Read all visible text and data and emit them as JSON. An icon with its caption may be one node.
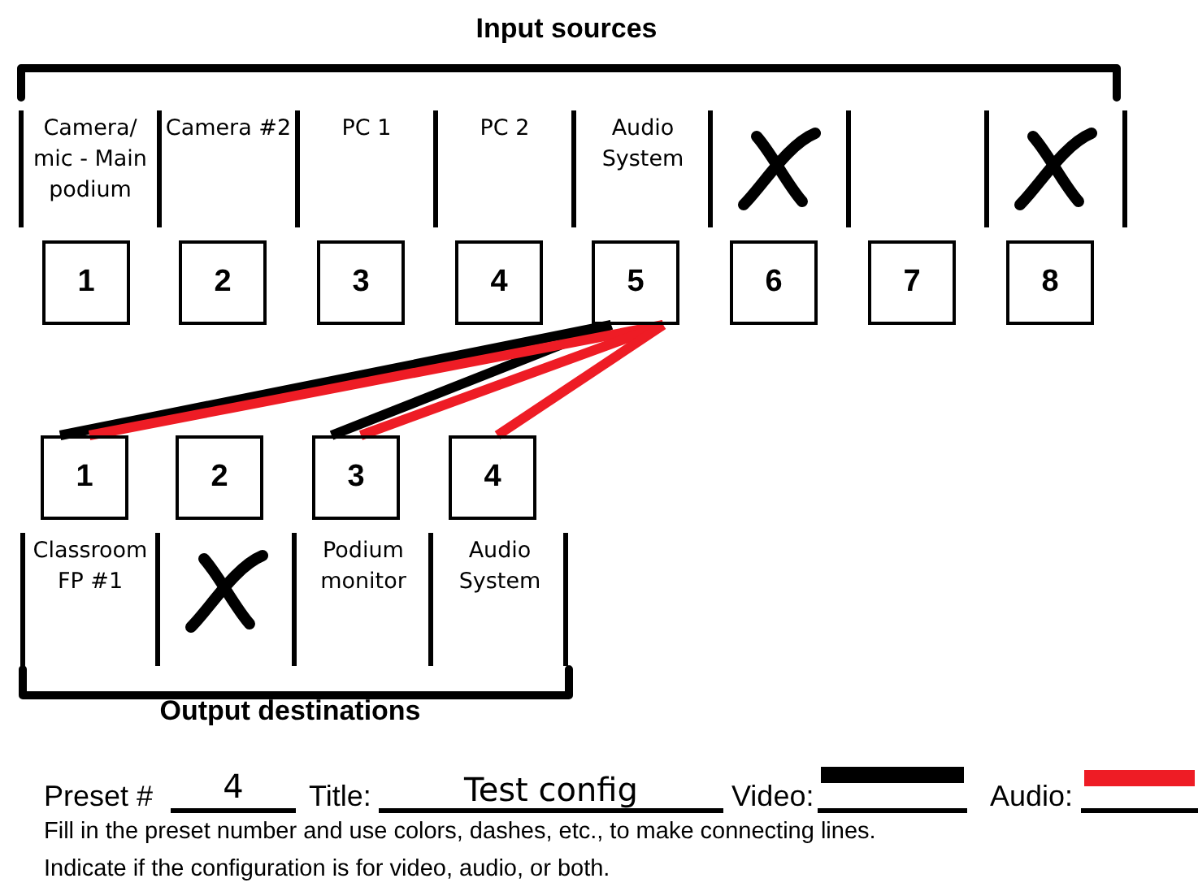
{
  "diagram": {
    "title": "Input sources",
    "nodes": [
      {
        "text": [
          "1"
        ],
        "beside": [
          "Camera/ mic - Main podium"
        ]
      },
      {
        "text": [
          "2"
        ]
      },
      {
        "text": [
          "3"
        ]
      },
      {
        "text": [
          "4"
        ]
      },
      {
        "text": [
          "5"
        ],
        "beside": [
          "Audio System"
        ]
      },
      {
        "text": [
          "6"
        ]
      },
      {
        "text": [
          "7"
        ]
      },
      {
        "text": [
          "8"
        ]
      },
      {
        "text": [
          "1"
        ],
        "beside": [
          "Classroom FP #1"
        ]
      },
      {
        "text": [
          "2"
        ]
      },
      {
        "text": [
          "3"
        ],
        "beside": [
          "Podium monitor"
        ]
      },
      {
        "text": [
          "4"
        ],
        "beside": [
          "Audio System"
        ]
      }
    ],
    "edges": [
      {
        "from": 4,
        "to": 8,
        "arrow": "none",
        "color": "#000000"
      },
      {
        "from": 4,
        "to": 10,
        "arrow": "none",
        "color": "#000000"
      },
      {
        "from": 4,
        "to": 8,
        "arrow": "none",
        "color": "#ee1c25"
      },
      {
        "from": 4,
        "to": 10,
        "arrow": "none",
        "color": "#ee1c25"
      },
      {
        "from": 4,
        "to": 11,
        "arrow": "none",
        "color": "#ee1c25"
      }
    ],
    "labels": [
      "Camera #2",
      "PC 1",
      "PC 2",
      "Output destinations",
      "Preset #",
      "4",
      "Title:",
      "Test config",
      "Fill in the preset number and use colors, dashes, etc., to make connecting lines.",
      "Indicate if the configuration is for video, audio, or both."
    ],
    "legend": [
      {
        "text": "Video:",
        "color": "#000000"
      },
      {
        "text": "Audio:",
        "color": "#ee1c25"
      }
    ]
  }
}
